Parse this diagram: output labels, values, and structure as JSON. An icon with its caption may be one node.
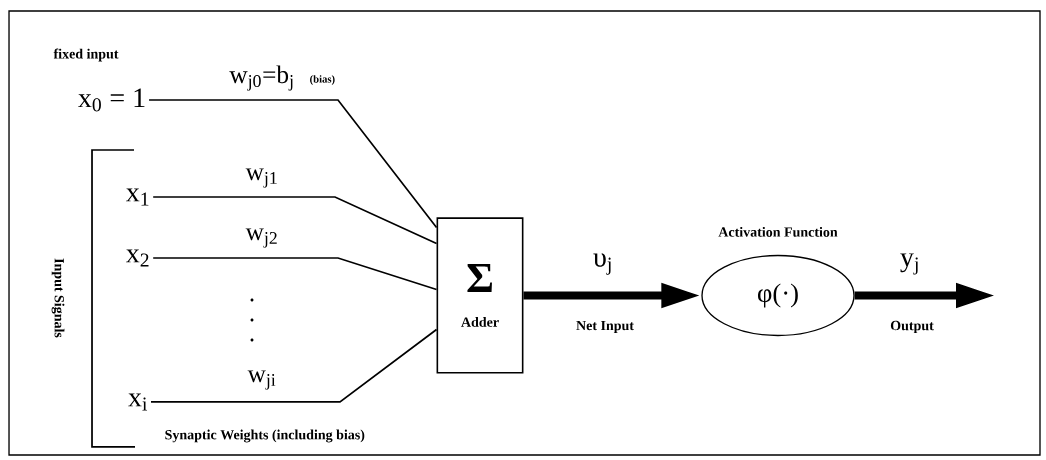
{
  "diagram": {
    "nodes": [
      {
        "text": [
          "x$_{0}$ = 1"
        ]
      },
      {
        "text": [
          "x$_{1}$"
        ]
      },
      {
        "text": [
          "x$_{2}$"
        ]
      },
      {
        "text": [
          "x$_{i}$"
        ]
      },
      {
        "text": [
          "Σ",
          "Adder"
        ]
      },
      {
        "text": [
          "Activation Function",
          "φ(·)"
        ]
      }
    ],
    "edges": [
      {
        "from": 0,
        "to": 4,
        "arrow": "none",
        "label": "w$_{j0}$=b$_{j}$"
      },
      {
        "from": 1,
        "to": 4,
        "arrow": "none",
        "label": "w$_{j1}$"
      },
      {
        "from": 2,
        "to": 4,
        "arrow": "none",
        "label": "w$_{j2}$"
      },
      {
        "from": 3,
        "to": 4,
        "arrow": "none",
        "label": "w$_{ji}$"
      },
      {
        "from": 4,
        "to": 5,
        "arrow": "to",
        "style": "thick",
        "label": "υ$_{j}$"
      },
      {
        "from": 5,
        "to": null,
        "arrow": "to",
        "style": "thick",
        "label": "y$_{j}$"
      }
    ],
    "labels": [
      "fixed input",
      "(bias)",
      "Input Signals",
      "Net Input",
      "Output",
      "Synaptic Weights (including bias)"
    ]
  }
}
